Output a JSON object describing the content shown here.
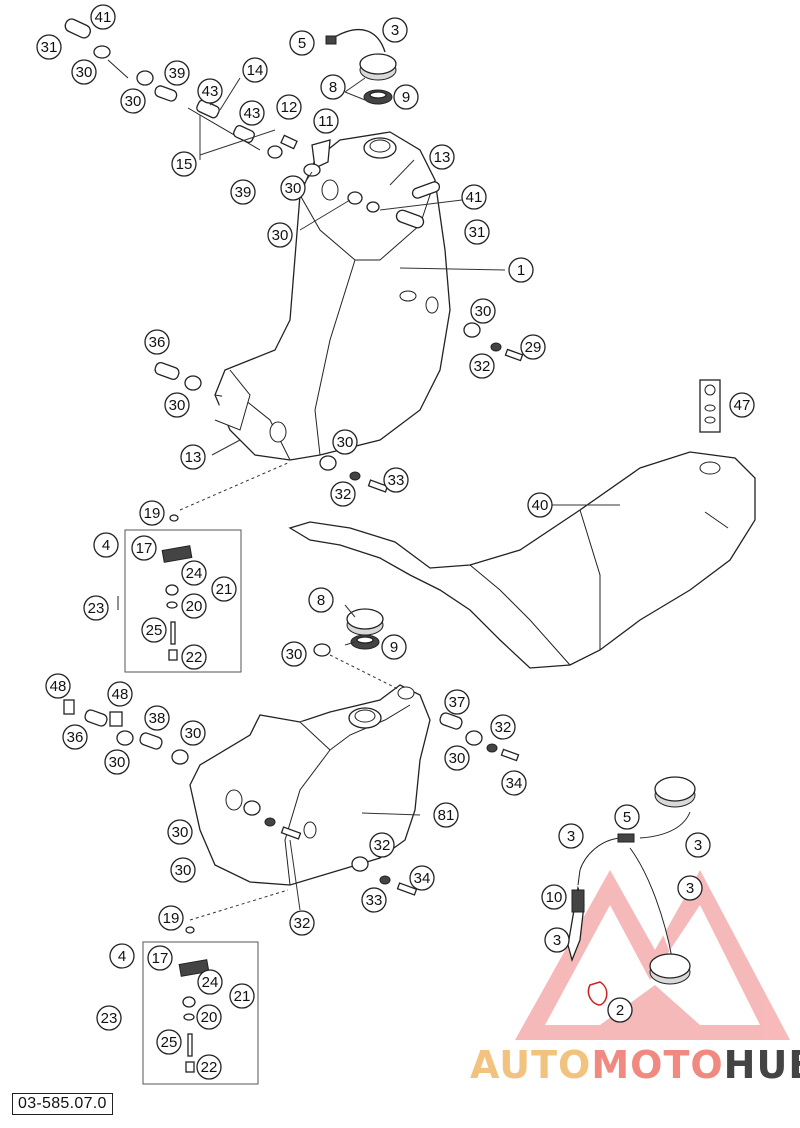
{
  "diagram_code": "03-585.07.0",
  "watermark": {
    "brand_part1": "AUTO",
    "brand_part2": "MOTO",
    "brand_part3": "HUB",
    "colors": {
      "auto": "#f2c37e",
      "moto": "#f08a80",
      "hub": "#444444",
      "logo": "#e8444a"
    }
  },
  "callouts": [
    {
      "label": "41"
    },
    {
      "label": "31"
    },
    {
      "label": "30"
    },
    {
      "label": "30"
    },
    {
      "label": "39"
    },
    {
      "label": "43"
    },
    {
      "label": "14"
    },
    {
      "label": "43"
    },
    {
      "label": "15"
    },
    {
      "label": "39"
    },
    {
      "label": "12"
    },
    {
      "label": "11"
    },
    {
      "label": "30"
    },
    {
      "label": "5"
    },
    {
      "label": "3"
    },
    {
      "label": "8"
    },
    {
      "label": "9"
    },
    {
      "label": "13"
    },
    {
      "label": "41"
    },
    {
      "label": "30"
    },
    {
      "label": "31"
    },
    {
      "label": "1"
    },
    {
      "label": "30"
    },
    {
      "label": "29"
    },
    {
      "label": "32"
    },
    {
      "label": "36"
    },
    {
      "label": "30"
    },
    {
      "label": "13"
    },
    {
      "label": "30"
    },
    {
      "label": "33"
    },
    {
      "label": "32"
    },
    {
      "label": "47"
    },
    {
      "label": "40"
    },
    {
      "label": "19"
    },
    {
      "label": "4"
    },
    {
      "label": "17"
    },
    {
      "label": "24"
    },
    {
      "label": "21"
    },
    {
      "label": "23"
    },
    {
      "label": "20"
    },
    {
      "label": "25"
    },
    {
      "label": "22"
    },
    {
      "label": "8"
    },
    {
      "label": "9"
    },
    {
      "label": "30"
    },
    {
      "label": "48"
    },
    {
      "label": "48"
    },
    {
      "label": "38"
    },
    {
      "label": "30"
    },
    {
      "label": "36"
    },
    {
      "label": "30"
    },
    {
      "label": "37"
    },
    {
      "label": "32"
    },
    {
      "label": "30"
    },
    {
      "label": "34"
    },
    {
      "label": "81"
    },
    {
      "label": "30"
    },
    {
      "label": "32"
    },
    {
      "label": "30"
    },
    {
      "label": "34"
    },
    {
      "label": "33"
    },
    {
      "label": "32"
    },
    {
      "label": "3"
    },
    {
      "label": "5"
    },
    {
      "label": "3"
    },
    {
      "label": "3"
    },
    {
      "label": "10"
    },
    {
      "label": "3"
    },
    {
      "label": "19"
    },
    {
      "label": "4"
    },
    {
      "label": "17"
    },
    {
      "label": "24"
    },
    {
      "label": "21"
    },
    {
      "label": "23"
    },
    {
      "label": "20"
    },
    {
      "label": "25"
    },
    {
      "label": "22"
    },
    {
      "label": "2"
    }
  ]
}
